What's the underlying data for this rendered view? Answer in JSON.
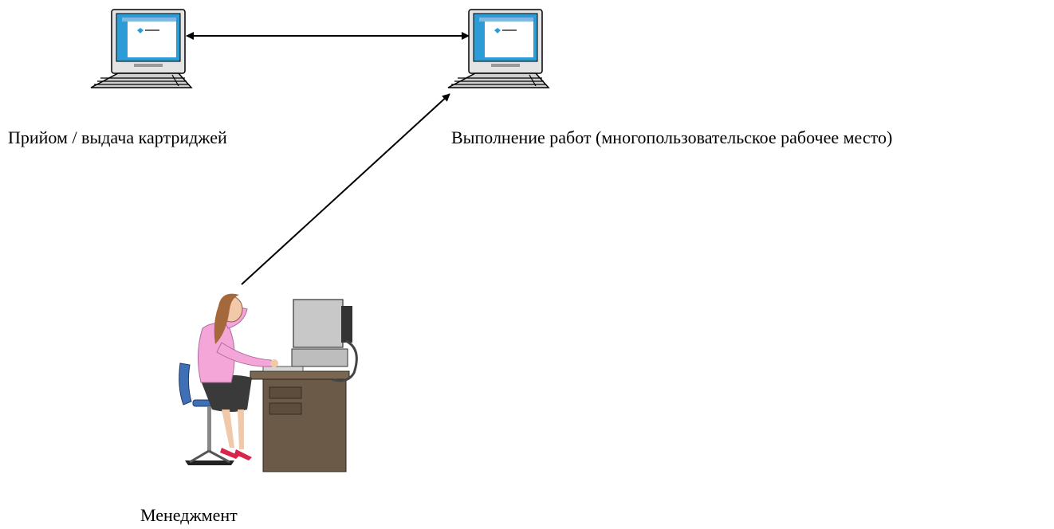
{
  "nodes": {
    "reception": {
      "label": "Прийом / выдача картриджей",
      "icon": "computer-icon"
    },
    "workplace": {
      "label": "Выполнение работ (многопользовательское рабочее место)",
      "icon": "computer-icon"
    },
    "management": {
      "label": "Менеджмент",
      "icon": "woman-at-computer-icon"
    }
  },
  "edges": [
    {
      "from": "reception",
      "to": "workplace",
      "direction": "both"
    },
    {
      "from": "management",
      "to": "workplace",
      "direction": "forward"
    }
  ],
  "colors": {
    "screen": "#2d9bd6",
    "casing": "#c8c8c8",
    "outline": "#000000",
    "blouse": "#f4a6d8",
    "skirt": "#3a3a3a",
    "desk": "#6b5a48",
    "chair": "#3f6fb5"
  }
}
